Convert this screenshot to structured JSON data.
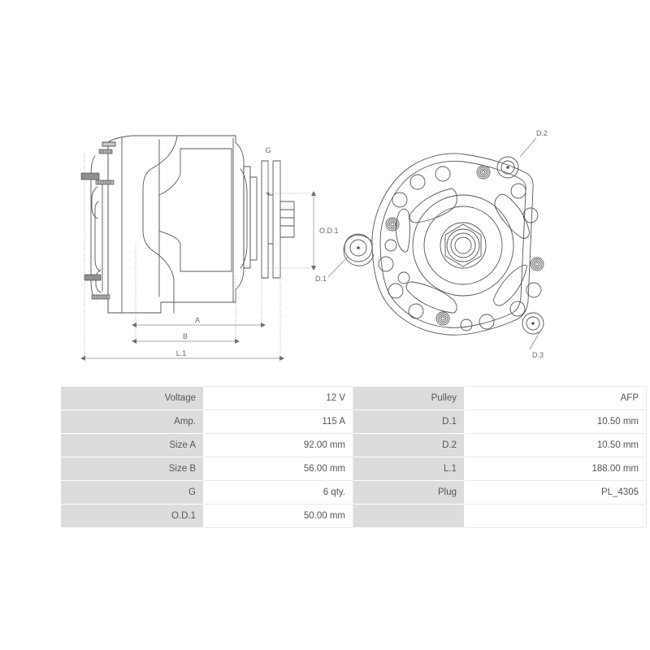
{
  "drawing": {
    "side_view": {
      "name": "alternator-side-view",
      "labels": {
        "g": "G",
        "od1": "O.D.1",
        "a": "A",
        "b": "B",
        "l1": "L.1"
      }
    },
    "front_view": {
      "name": "alternator-front-view",
      "labels": {
        "d1": "D.1",
        "d2": "D.2",
        "d3": "D.3"
      }
    }
  },
  "spec_table": {
    "rows": [
      {
        "key1": "Voltage",
        "val1": "12 V",
        "key2": "Pulley",
        "val2": "AFP"
      },
      {
        "key1": "Amp.",
        "val1": "115 A",
        "key2": "D.1",
        "val2": "10.50 mm"
      },
      {
        "key1": "Size A",
        "val1": "92.00 mm",
        "key2": "D.2",
        "val2": "10.50 mm"
      },
      {
        "key1": "Size B",
        "val1": "56.00 mm",
        "key2": "L.1",
        "val2": "188.00 mm"
      },
      {
        "key1": "G",
        "val1": "6 qty.",
        "key2": "Plug",
        "val2": "PL_4305"
      },
      {
        "key1": "O.D.1",
        "val1": "50.00 mm",
        "key2": "",
        "val2": ""
      }
    ]
  },
  "colors": {
    "key_cell_bg": "#dcdcdc",
    "value_cell_bg": "#ffffff",
    "text": "#555555",
    "line": "#555555",
    "dim_line": "#8a8a8a",
    "shade": "#8f8f8f"
  }
}
